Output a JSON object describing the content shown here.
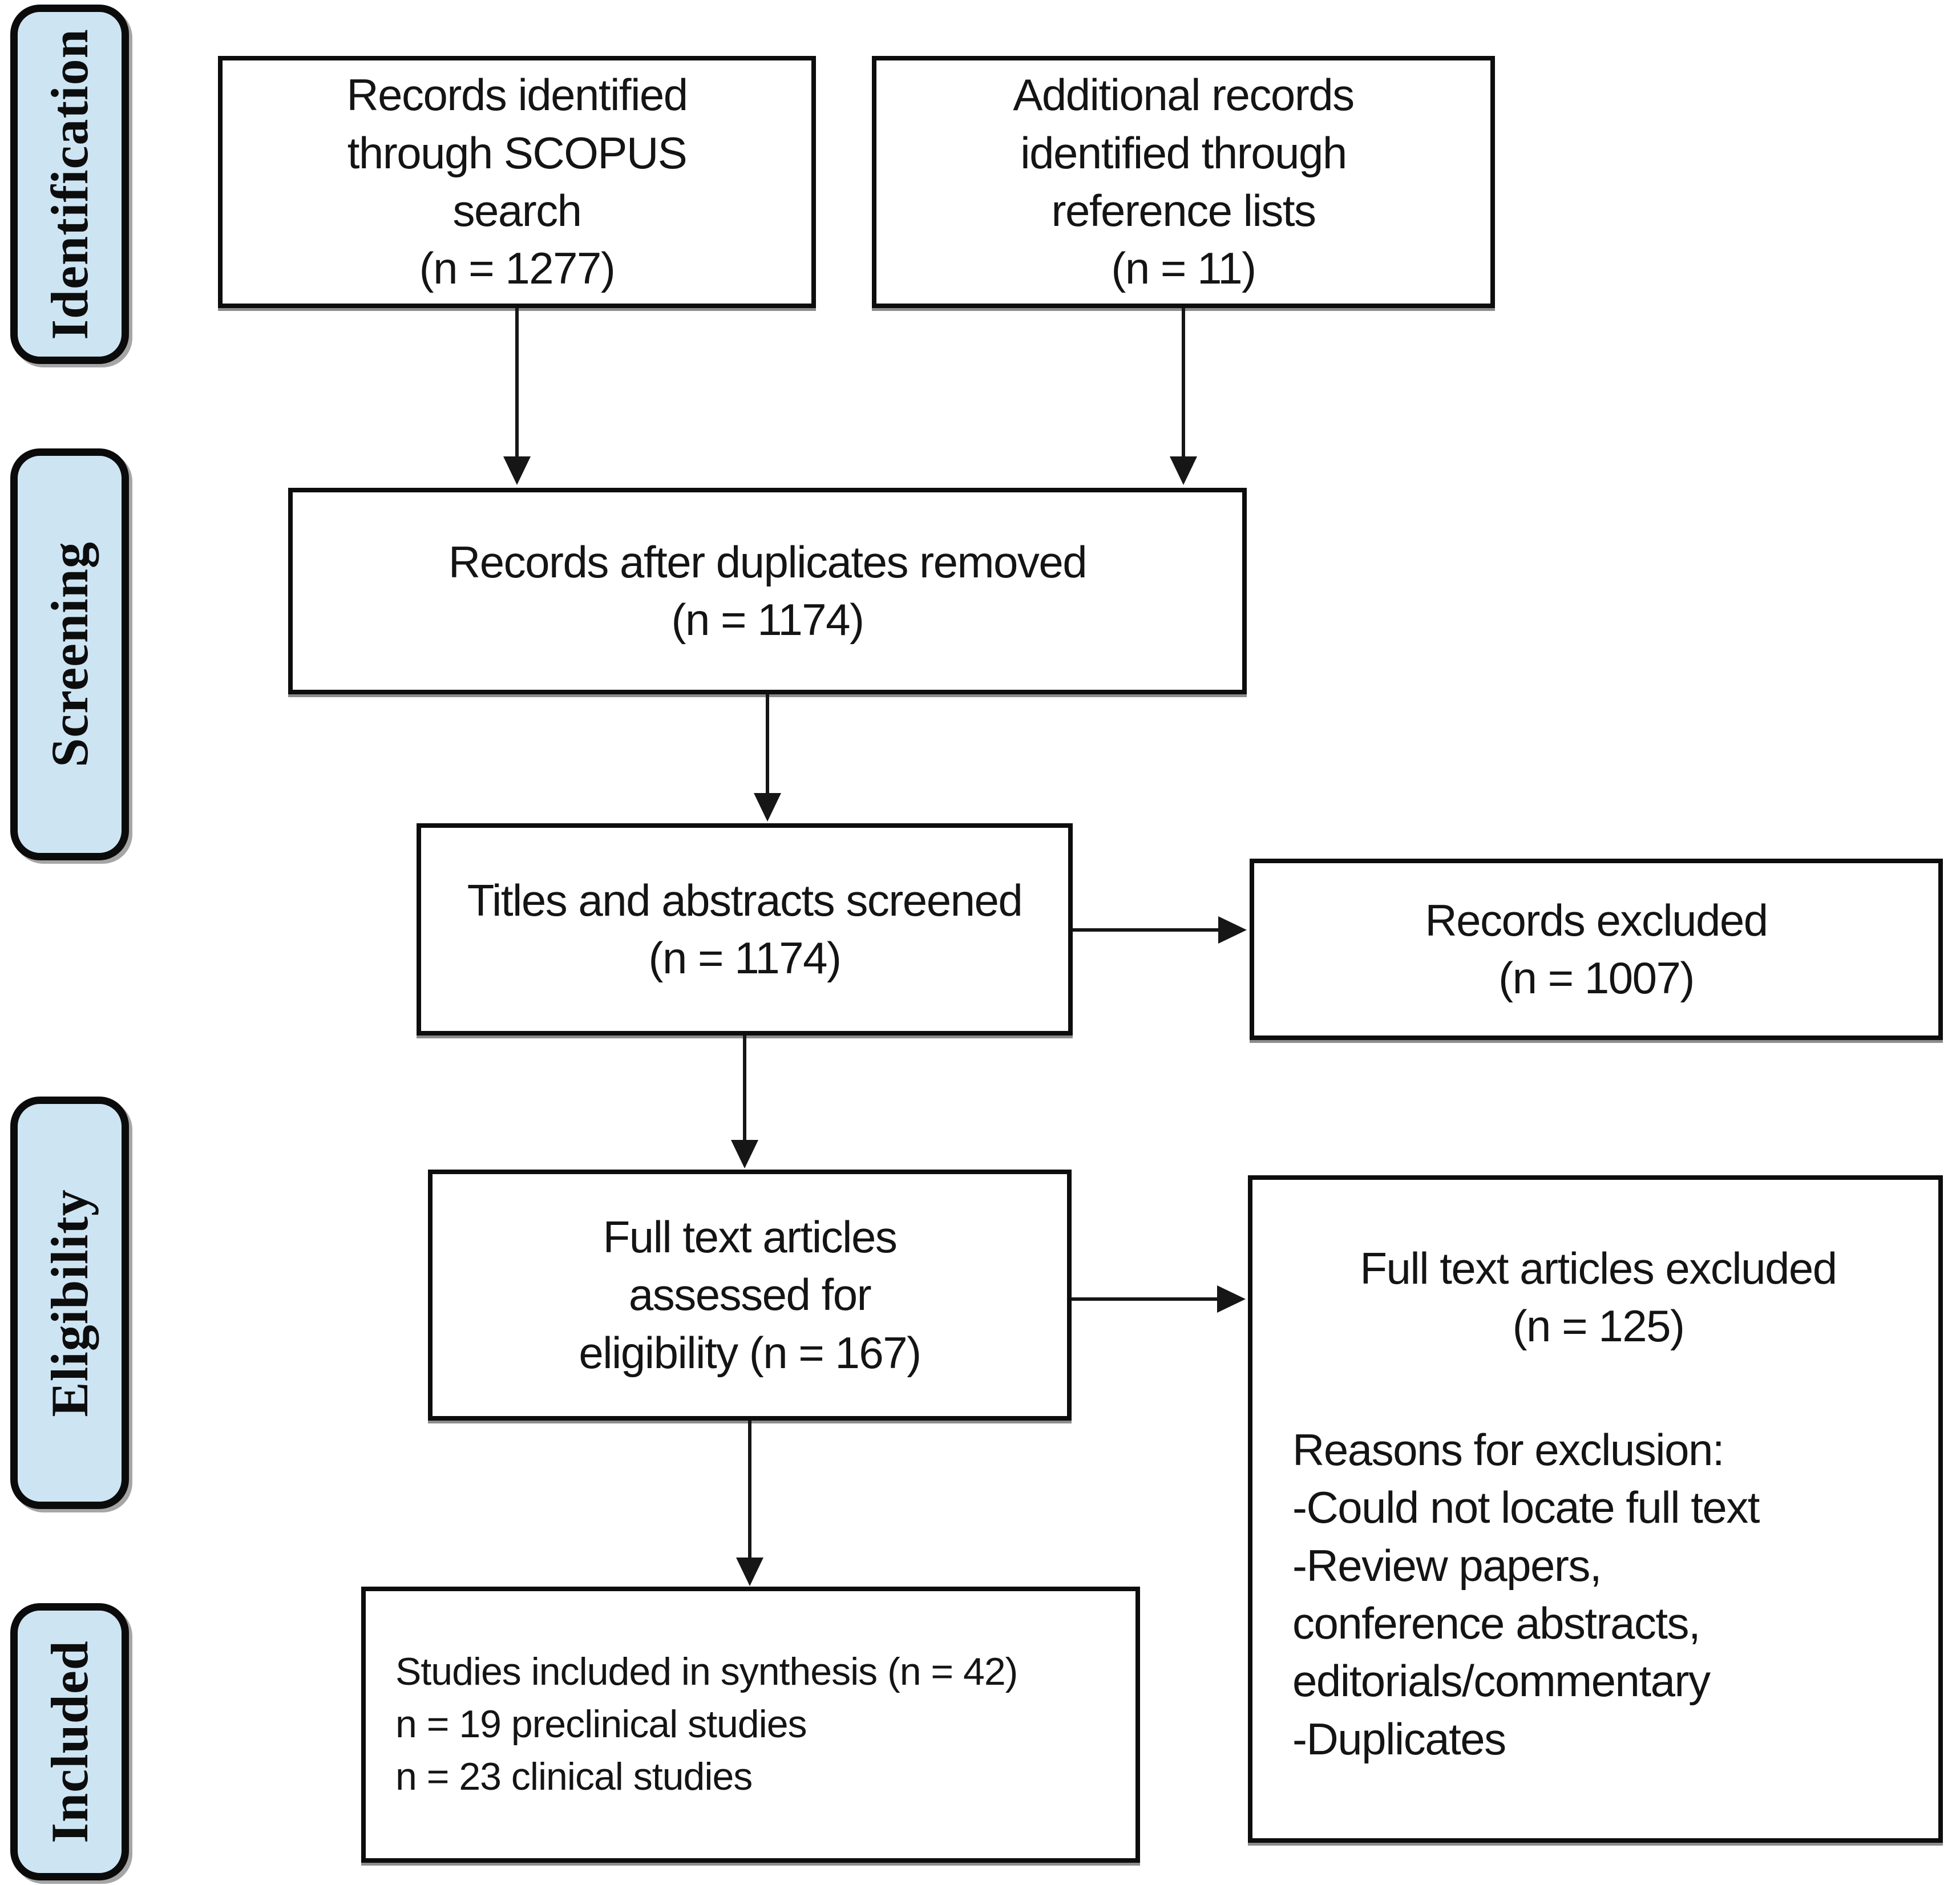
{
  "stages": [
    {
      "id": "identification",
      "label": "Identification"
    },
    {
      "id": "screening",
      "label": "Screening"
    },
    {
      "id": "eligibility",
      "label": "Eligibility"
    },
    {
      "id": "included",
      "label": "Included"
    }
  ],
  "boxes": {
    "records_identified": {
      "text": "Records identified\nthrough SCOPUS\nsearch\n(n = 1277)"
    },
    "additional_records": {
      "text": "Additional records\nidentified through\nreference lists\n(n = 11)"
    },
    "after_duplicates": {
      "text": "Records after duplicates removed\n(n = 1174)"
    },
    "titles_abstracts": {
      "text": "Titles and abstracts screened\n(n = 1174)"
    },
    "records_excluded": {
      "text": "Records excluded\n(n = 1007)"
    },
    "full_text_assessed": {
      "text": "Full text articles\nassessed for\neligibility (n = 167)"
    },
    "full_text_excluded": {
      "title": "Full text articles excluded\n(n = 125)",
      "reasons": "Reasons for exclusion:\n-Could not locate full text\n-Review papers,\nconference abstracts,\neditorials/commentary\n-Duplicates"
    },
    "included_synthesis": {
      "text": "Studies included in synthesis (n = 42)\nn = 19 preclinical studies\nn = 23 clinical studies"
    }
  },
  "colors": {
    "stage_fill": "#cde4f3",
    "border": "#0d0d0d",
    "box_fill": "#ffffff",
    "arrow": "#161616",
    "background": "#ffffff"
  }
}
